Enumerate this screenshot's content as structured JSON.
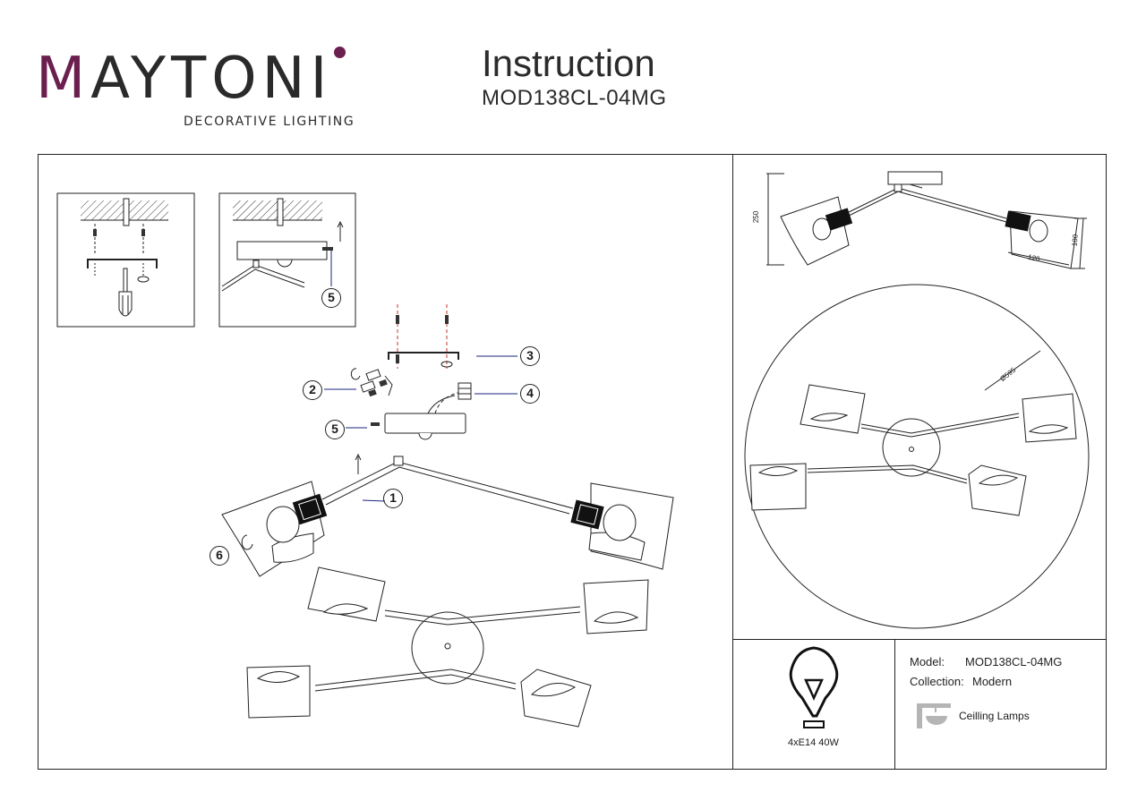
{
  "brand": {
    "name": "MAYTONI",
    "tagline": "DECORATIVE LIGHTING",
    "accent_color": "#6b1f4f"
  },
  "header": {
    "title": "Instruction",
    "model": "MOD138CL-04MG"
  },
  "callouts": [
    "1",
    "2",
    "3",
    "4",
    "5",
    "6"
  ],
  "dimensions": {
    "height": "250",
    "shade_width": "120",
    "shade_height": "100",
    "diameter": "Ø595"
  },
  "lamp": {
    "spec": "4xE14 40W",
    "icon": "bulb-icon"
  },
  "info": {
    "model_key": "Model:",
    "model_value": "MOD138CL-04MG",
    "collection_key": "Collection:",
    "collection_value": "Modern",
    "category": "Ceilling Lamps",
    "category_icon": "ceiling-lamp-icon"
  }
}
